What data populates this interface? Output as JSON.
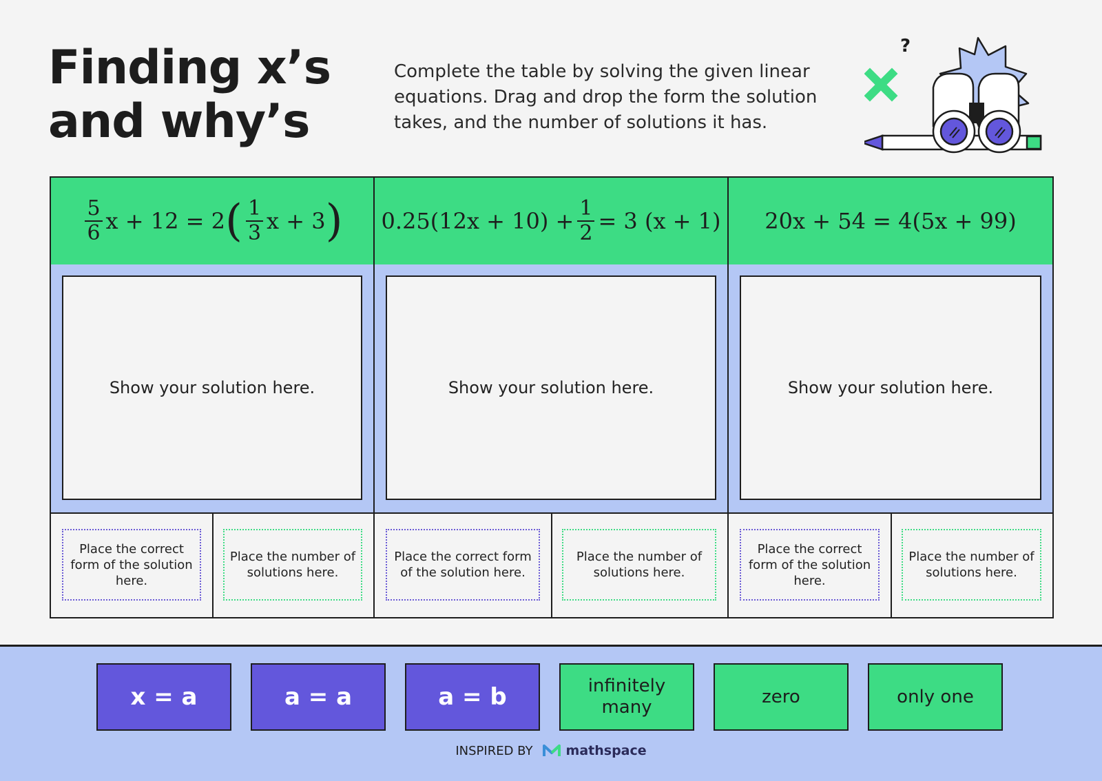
{
  "title": {
    "line1": "Finding x’s",
    "line2": "and why’s"
  },
  "instructions": "Complete the table by solving the given linear equations. Drag and drop the form the solution takes, and the number of solutions it has.",
  "illustration": {
    "question_mark": "?",
    "icons": [
      "x-mark-icon",
      "binoculars-icon",
      "pencil-icon",
      "starburst-icon"
    ]
  },
  "equations": [
    {
      "lhs_frac": {
        "num": "5",
        "den": "6"
      },
      "lhs_rest": "x + 12 = 2",
      "inner_frac": {
        "num": "1",
        "den": "3"
      },
      "inner_rest": "x + 3",
      "solution_prompt": "Show your solution here.",
      "form_prompt": "Place the correct form of the solution here.",
      "count_prompt": "Place the number of solutions here."
    },
    {
      "lhs": "0.25(12x + 10) +",
      "frac": {
        "num": "1",
        "den": "2"
      },
      "rhs": "= 3 (x + 1)",
      "solution_prompt": "Show your solution here.",
      "form_prompt": "Place the correct form of the solution here.",
      "count_prompt": "Place the number of solutions here."
    },
    {
      "text": "20x + 54 = 4(5x + 99)",
      "solution_prompt": "Show your solution here.",
      "form_prompt": "Place the correct form of the solution here.",
      "count_prompt": "Place the number of solutions here."
    }
  ],
  "answer_bank": {
    "forms": [
      "x = a",
      "a = a",
      "a = b"
    ],
    "counts": [
      "infinitely many",
      "zero",
      "only one"
    ]
  },
  "footer": {
    "inspired_by": "INSPIRED BY",
    "brand": "mathspace"
  },
  "colors": {
    "green": "#3ddc84",
    "purple": "#6357dc",
    "light_blue": "#b4c7f5",
    "background": "#f4f4f4"
  }
}
